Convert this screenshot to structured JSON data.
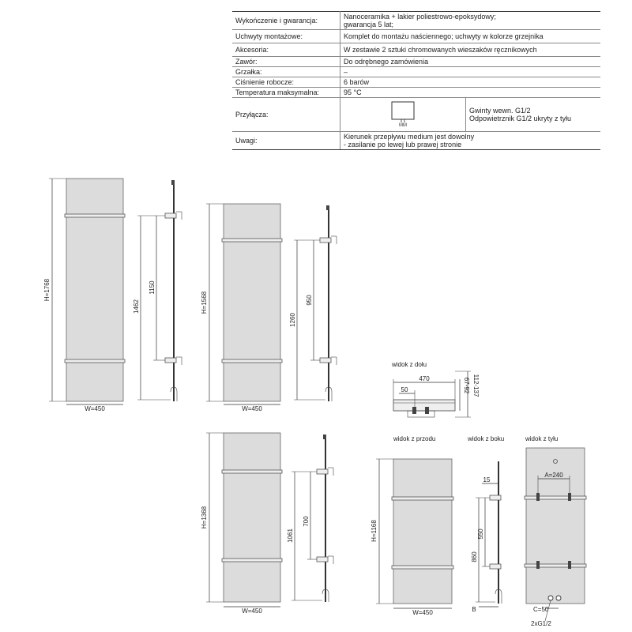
{
  "spec": {
    "rows": [
      {
        "label": "Wykończenie i gwarancja:",
        "line1": "Nanoceramika + lakier poliestrowo-epoksydowy;",
        "line2": "gwarancja 5 lat;"
      },
      {
        "label": "Uchwyty montażowe:",
        "line1": "Komplet do montażu naściennego; uchwyty w kolorze grzejnika"
      },
      {
        "label": "Akcesoria:",
        "line1": "W zestawie 2 sztuki chromowanych wieszaków ręcznikowych"
      },
      {
        "label": "Zawór:",
        "line1": "Do odrębnego zamówienia"
      },
      {
        "label": "Grzałka:",
        "line1": "–"
      },
      {
        "label": "Ciśnienie robocze:",
        "line1": "6 barów"
      },
      {
        "label": "Temperatura maksymalna:",
        "line1": "95   °C"
      }
    ],
    "connections": {
      "label": "Przyłącza:",
      "icon_caption": "MM",
      "line1": "Gwinty wewn. G1/2",
      "line2": "Odpowietrznik G1/2 ukryty z tyłu"
    },
    "notes": {
      "label": "Uwagi:",
      "line1": "Kierunek przepływu medium jest dowolny",
      "line2": " - zasilanie po lewej lub prawej stronie"
    }
  },
  "drawings": {
    "r1768": {
      "height": "H=1768",
      "width": "W=450",
      "d1": "1462",
      "d2": "1150"
    },
    "r1568": {
      "height": "H=1568",
      "width": "W=450",
      "d1": "1260",
      "d2": "950"
    },
    "r1368": {
      "height": "H=1368",
      "width": "W=450",
      "d1": "1061",
      "d2": "700"
    },
    "bottom_view": {
      "title": "widok z dołu",
      "w": "470",
      "d": "50",
      "depth1": "112-137",
      "depth2": "67-92"
    },
    "front_view": {
      "title": "widok z przodu",
      "height": "H=1168",
      "width": "W=450"
    },
    "side_view": {
      "title": "widok z boku",
      "top": "15",
      "d1": "860",
      "d2": "550",
      "b": "B"
    },
    "back_view": {
      "title": "widok z tyłu",
      "a": "A=240",
      "c": "C=50",
      "conn": "2xG1/2"
    }
  }
}
